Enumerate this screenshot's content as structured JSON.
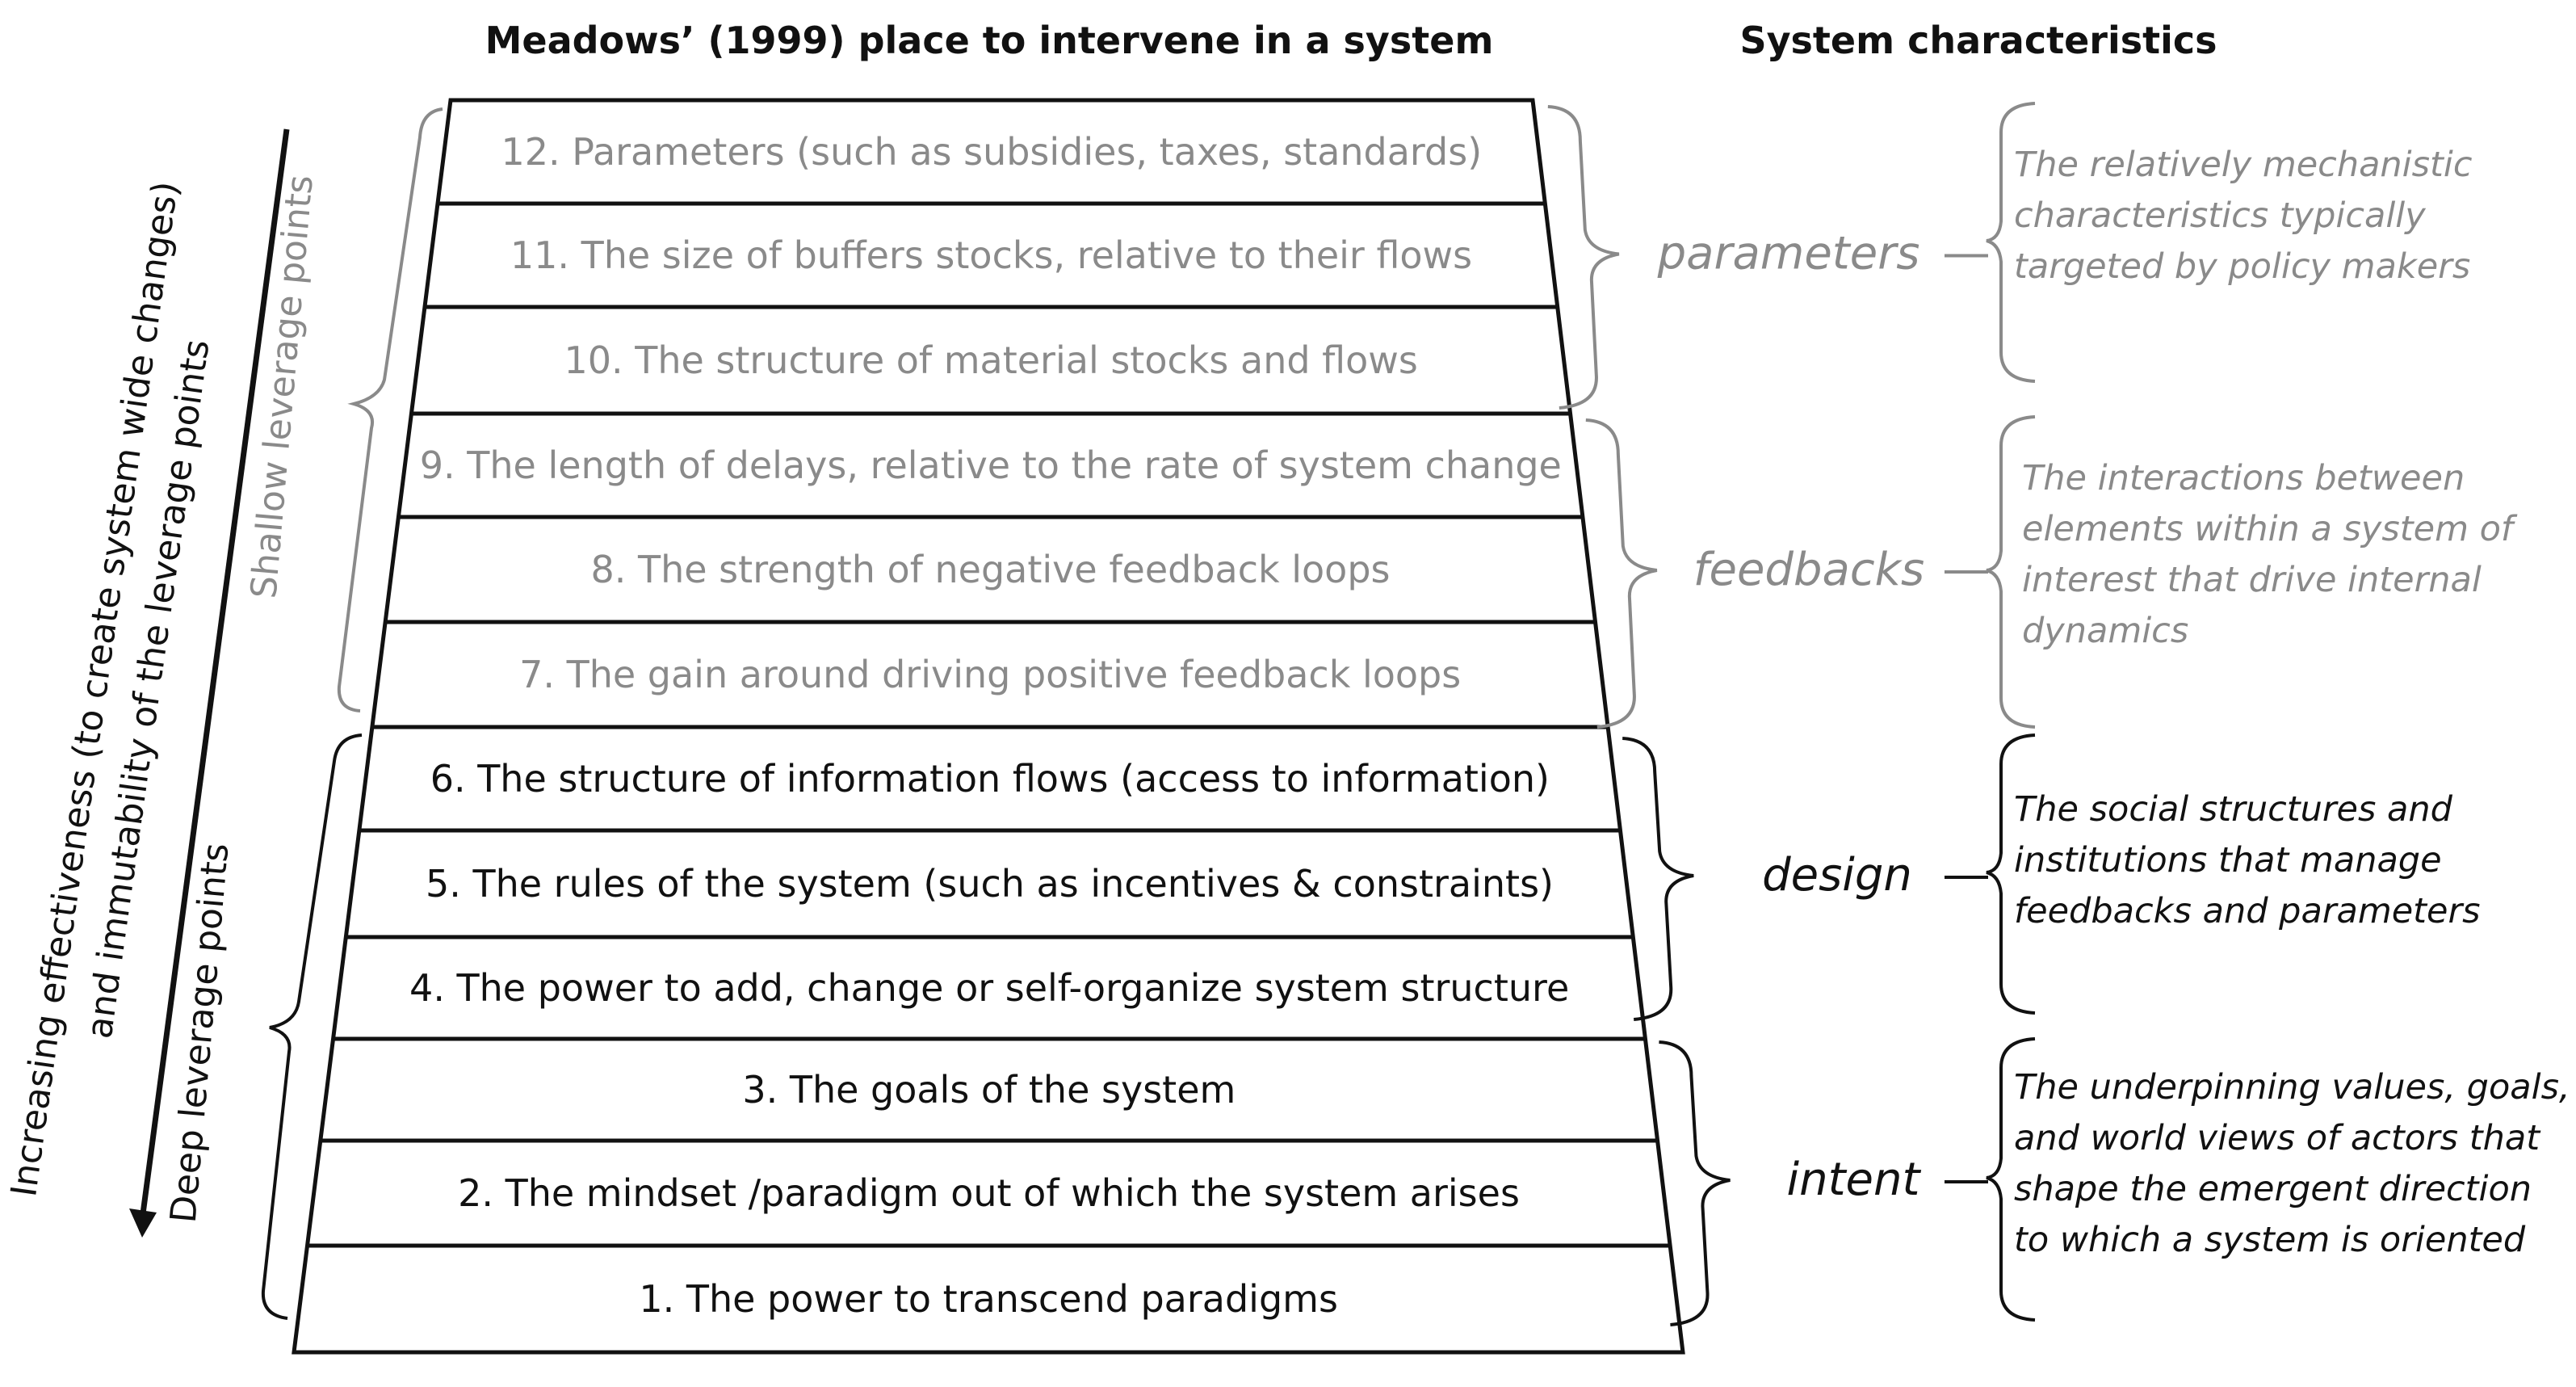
{
  "headings": {
    "left": "Meadows’ (1999) place to intervene in a system",
    "right": "System characteristics"
  },
  "axis": {
    "line1": "Increasing effectiveness  (to create system wide changes)",
    "line2": "and immutability of the leverage points"
  },
  "leverage_groups": {
    "shallow": "Shallow leverage points",
    "deep": "Deep leverage points"
  },
  "levels": [
    {
      "text": "12. Parameters (such as subsidies, taxes, standards)",
      "tone": "grey"
    },
    {
      "text": "11. The size of buffers stocks, relative to their flows",
      "tone": "grey"
    },
    {
      "text": "10. The structure of material stocks and flows",
      "tone": "grey"
    },
    {
      "text": "9. The length of delays, relative to the rate of system change",
      "tone": "grey"
    },
    {
      "text": "8. The strength of negative feedback loops",
      "tone": "grey"
    },
    {
      "text": "7. The gain around driving positive feedback loops",
      "tone": "grey"
    },
    {
      "text": "6. The structure of information flows (access to information)",
      "tone": "black"
    },
    {
      "text": "5. The rules of the system (such as incentives & constraints)",
      "tone": "black"
    },
    {
      "text": "4. The power to add, change or self-organize system structure",
      "tone": "black"
    },
    {
      "text": "3. The goals of the system",
      "tone": "black"
    },
    {
      "text": "2. The mindset /paradigm out of which the system arises",
      "tone": "black"
    },
    {
      "text": "1. The power to transcend paradigms",
      "tone": "black"
    }
  ],
  "characteristics": [
    {
      "label": "parameters",
      "description": [
        "The relatively mechanistic",
        "characteristics typically",
        "targeted by policy makers"
      ],
      "tone": "grey"
    },
    {
      "label": "feedbacks",
      "description": [
        "The interactions between",
        "elements within a system of",
        "interest that drive internal",
        "dynamics"
      ],
      "tone": "grey"
    },
    {
      "label": "design",
      "description": [
        "The social structures and",
        "institutions that manage",
        "feedbacks and parameters"
      ],
      "tone": "black"
    },
    {
      "label": "intent",
      "description": [
        "The underpinning values, goals,",
        "and world views of actors that",
        "shape the emergent direction",
        "to which a system is oriented"
      ],
      "tone": "black"
    }
  ],
  "colors": {
    "grey": "#8a8a8a",
    "black": "#111111",
    "line": "#111111"
  }
}
